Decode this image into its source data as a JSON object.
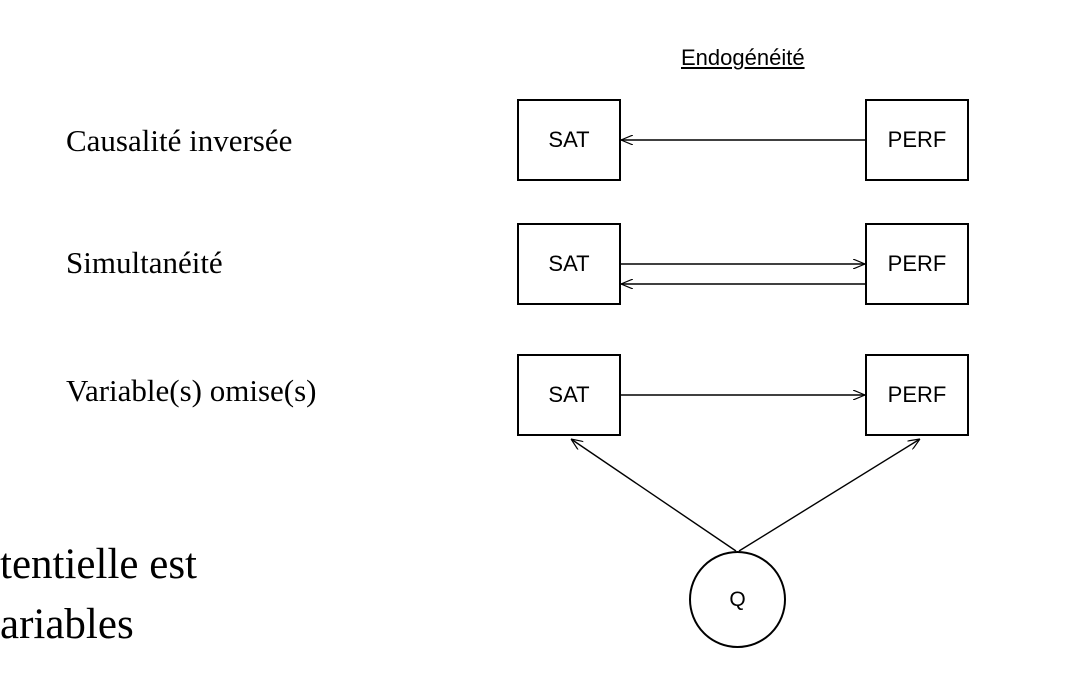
{
  "title": "Endogénéité",
  "rows": [
    {
      "label": "Causalité inversée"
    },
    {
      "label": "Simultanéité"
    },
    {
      "label": "Variable(s) omise(s)"
    }
  ],
  "nodes": {
    "sat": "SAT",
    "perf": "PERF",
    "q": "Q"
  },
  "text_fragments": [
    "tentielle est",
    "ariables"
  ]
}
